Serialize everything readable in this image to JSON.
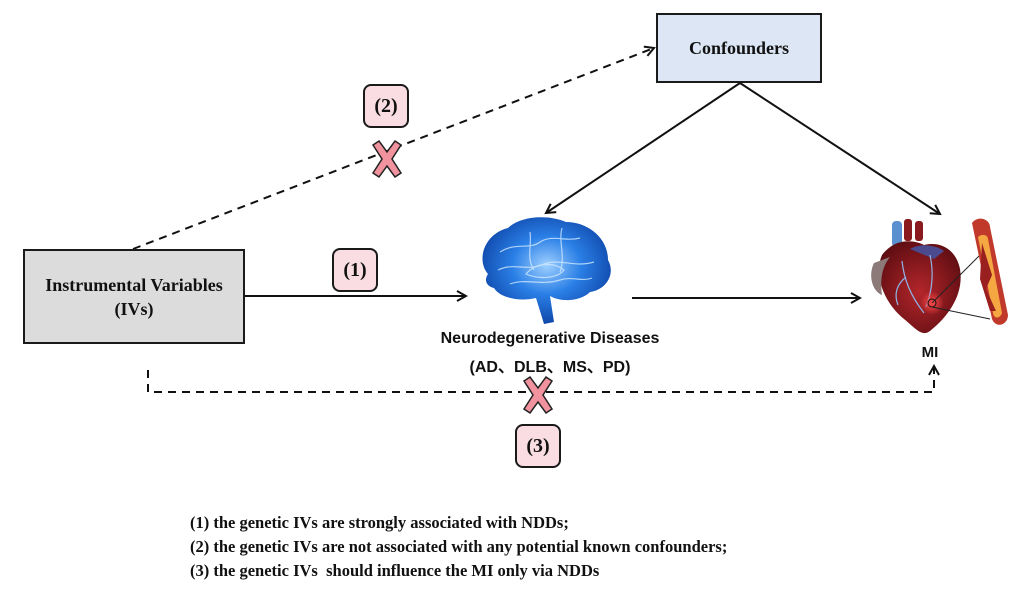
{
  "nodes": {
    "confounders": "Confounders",
    "ivs_line1": "Instrumental Variables",
    "ivs_line2": "(IVs)",
    "ndd_title": "Neurodegenerative Diseases",
    "ndd_subtitle": "(AD、DLB、MS、PD)",
    "mi": "MI"
  },
  "badges": {
    "assumption1": "(1)",
    "assumption2": "(2)",
    "assumption3": "(3)"
  },
  "icons": {
    "brain": "brain-illustration",
    "heart": "heart-artery-illustration",
    "cross": "cross-mark"
  },
  "notes": [
    "(1) the genetic IVs are strongly associated with NDDs;",
    "(2) the genetic IVs are not associated with any potential known confounders;",
    "(3) the genetic IVs  should influence the MI only via NDDs"
  ],
  "colors": {
    "confounders_fill": "#dce6f4",
    "ivs_fill": "#dcdcdc",
    "badge_fill": "#f9dde2",
    "cross_fill": "#f0939e",
    "brain_blue": "#1a6fd8"
  }
}
